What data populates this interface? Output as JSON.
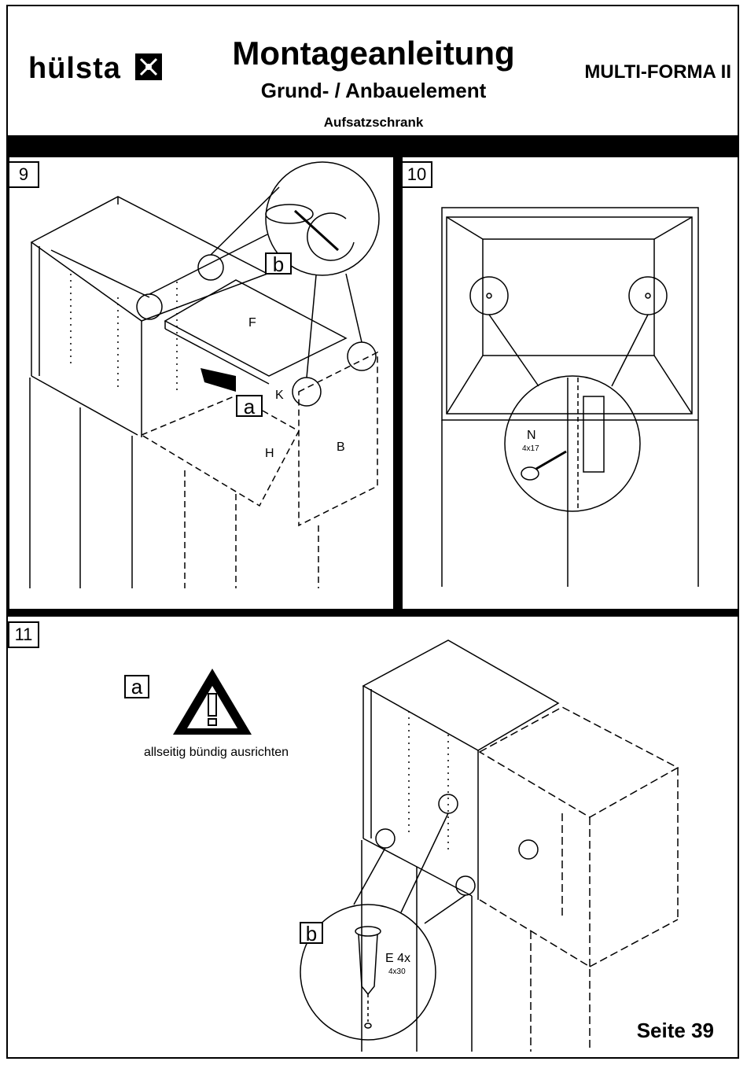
{
  "header": {
    "brand": "hülsta",
    "title": "Montageanleitung",
    "subtitle": "Grund- / Anbauelement",
    "sub_subtitle": "Aufsatzschrank",
    "product": "MULTI-FORMA II"
  },
  "steps": {
    "step9": {
      "number": "9",
      "callout_a": "a",
      "callout_b": "b",
      "part_F": "F",
      "part_K": "K",
      "part_H": "H",
      "part_B": "B"
    },
    "step10": {
      "number": "10",
      "screw_label": "N",
      "screw_size": "4x17"
    },
    "step11": {
      "number": "11",
      "callout_a": "a",
      "callout_b": "b",
      "warning_text": "allseitig bündig ausrichten",
      "screw_label": "E 4x",
      "screw_size": "4x30"
    }
  },
  "footer": {
    "page": "Seite 39"
  },
  "icons": [
    "hulsta-logo-icon",
    "warning-triangle-icon",
    "screwdriver-icon",
    "screw-icon"
  ]
}
